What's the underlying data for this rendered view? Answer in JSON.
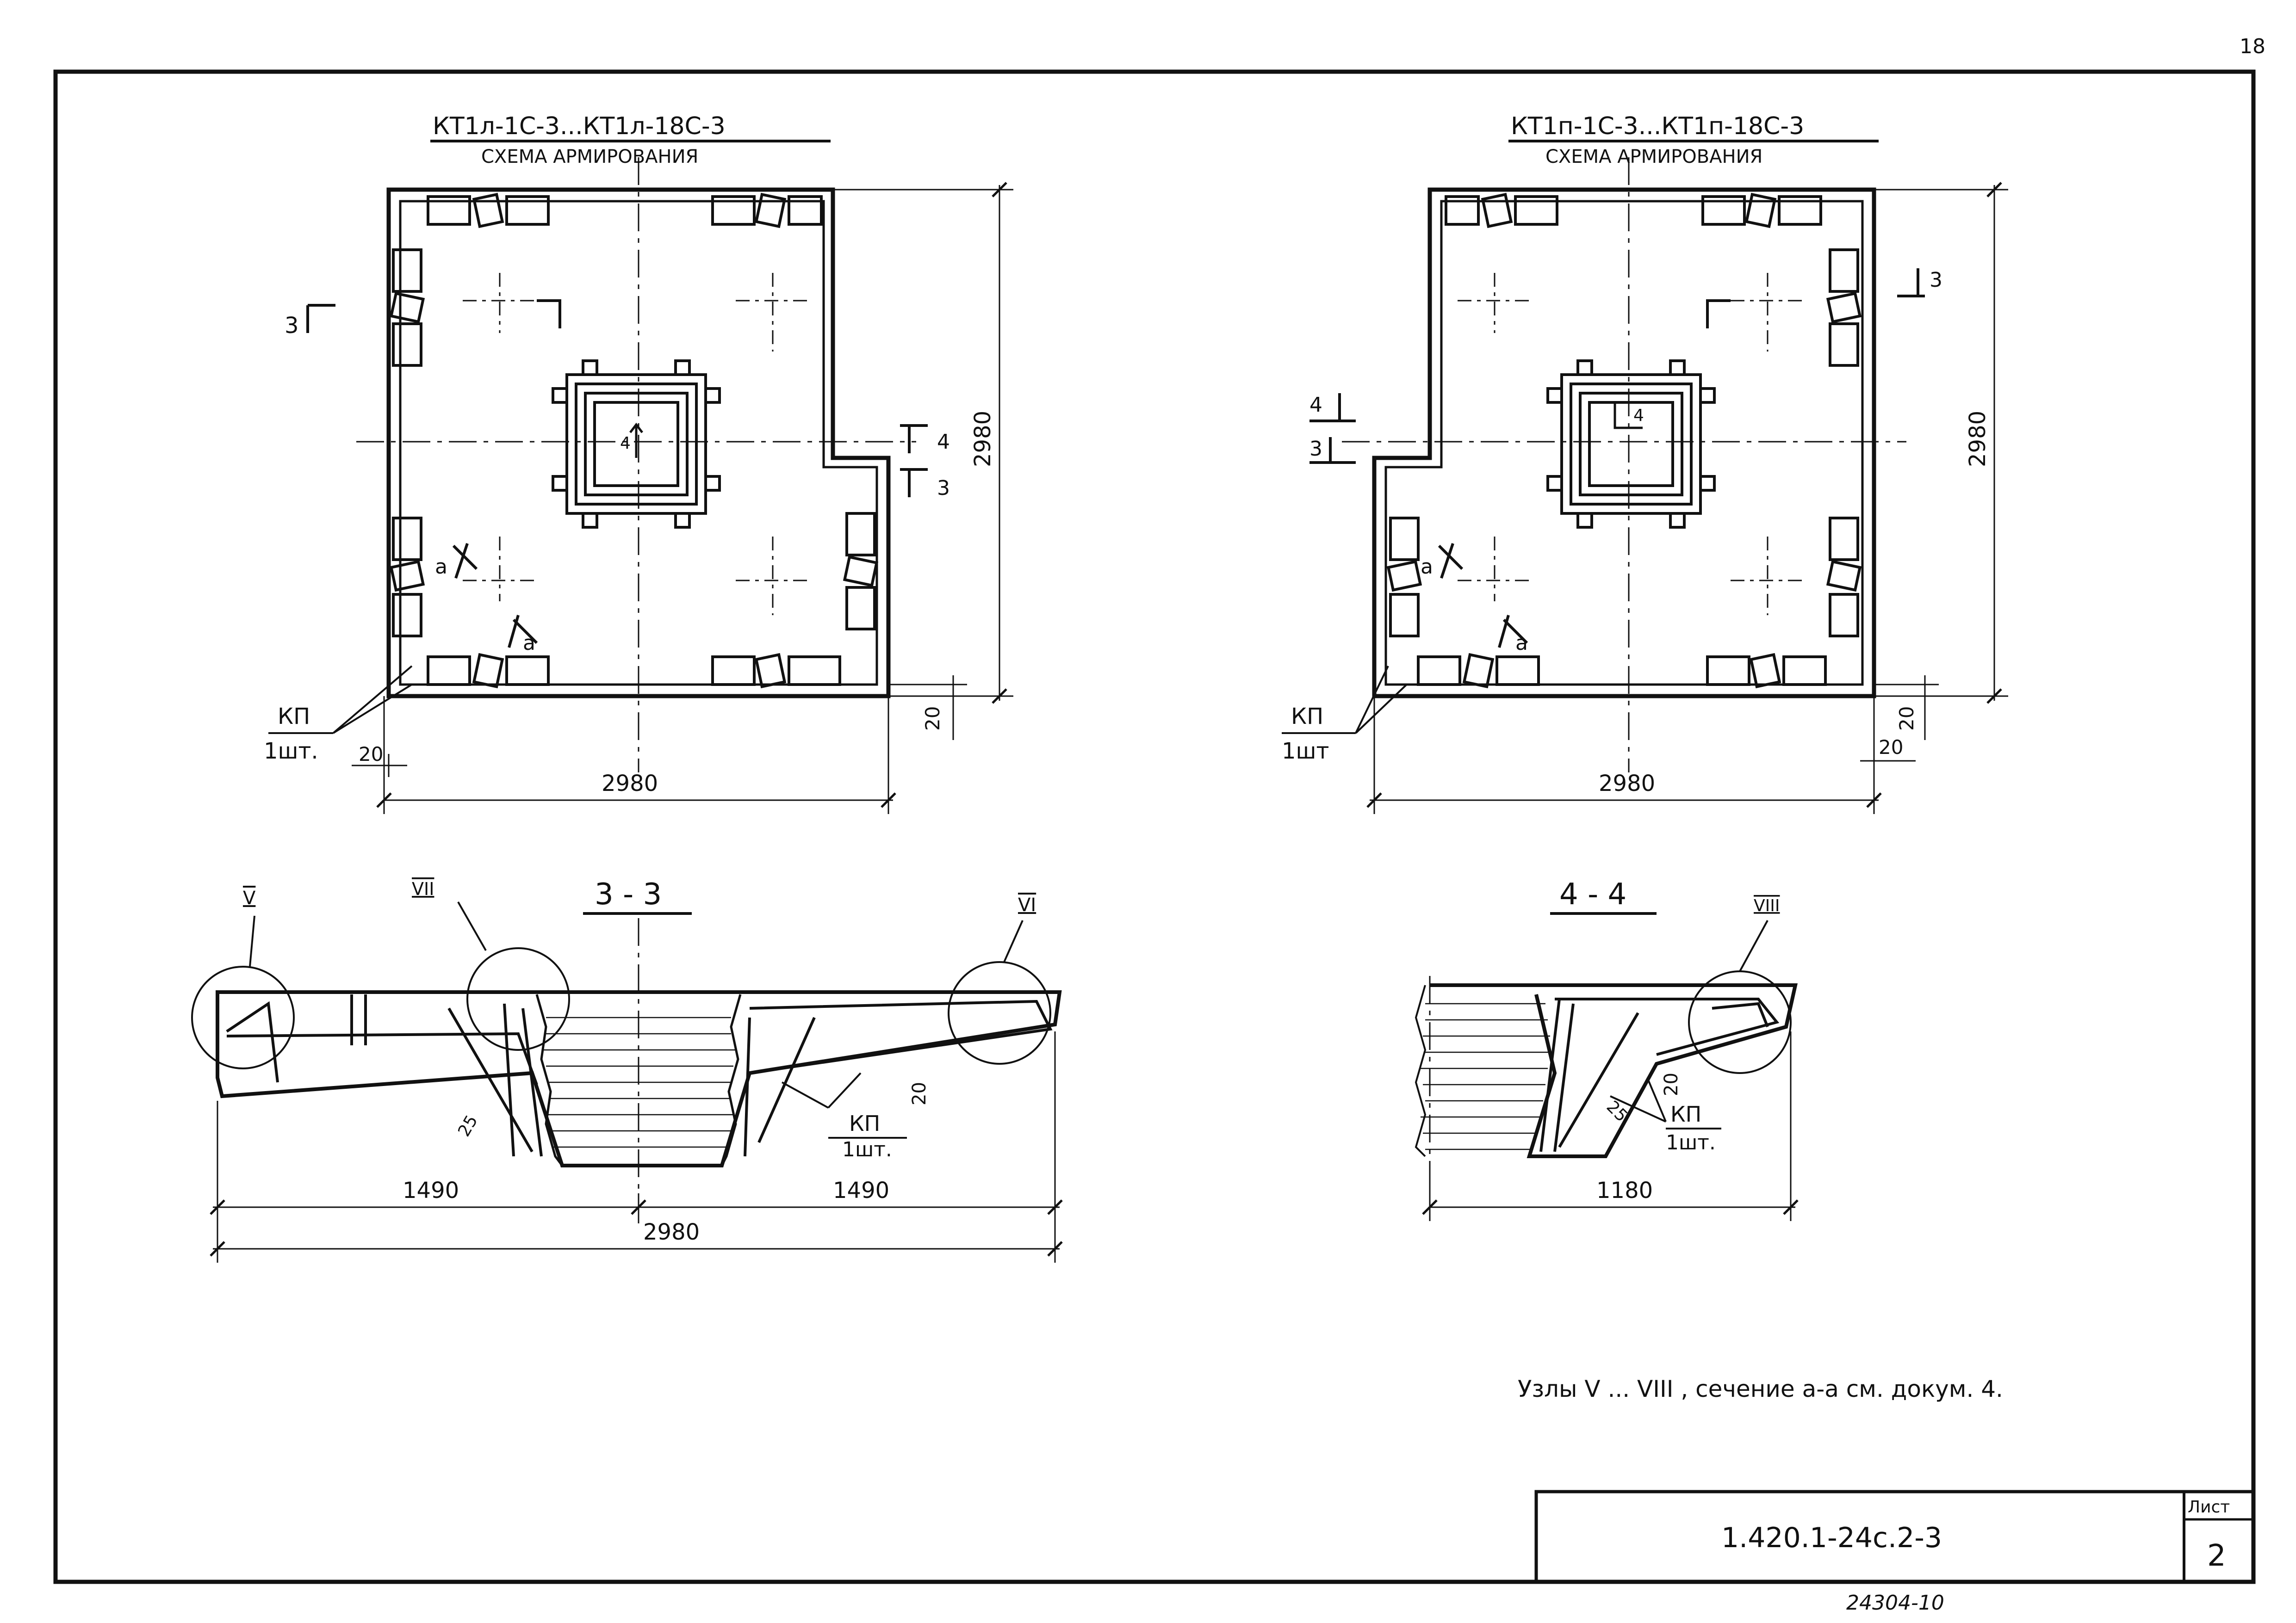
{
  "sheet": {
    "page_number": "18",
    "doc_code": "1.420.1-24с.2-3",
    "sheet_label": "Лист",
    "sheet_number": "2",
    "archive_number": "24304-10"
  },
  "left_plan": {
    "title": "КТ1л-1С-3...КТ1л-18С-3",
    "subtitle": "СХЕМА АРМИРОВАНИЯ",
    "dim_width": "2980",
    "dim_height": "2980",
    "dim_gap_bottom": "20",
    "dim_gap_left": "20",
    "kp_label": "КП",
    "kp_qty": "1шт.",
    "cut3": "3",
    "cut3b": "3",
    "cut4": "4",
    "cut4c": "4",
    "cut_a1": "а",
    "cut_a2": "а"
  },
  "right_plan": {
    "title": "КТ1п-1С-3...КТ1п-18С-3",
    "subtitle": "СХЕМА АРМИРОВАНИЯ",
    "dim_width": "2980",
    "dim_height": "2980",
    "dim_gap_bottom": "20",
    "dim_gap_right": "20",
    "kp_label": "КП",
    "kp_qty": "1шт",
    "cut3": "3",
    "cut3b": "3",
    "cut4": "4",
    "cut4c": "4",
    "cut_a1": "а",
    "cut_a2": "а"
  },
  "section_3_3": {
    "title": "3 - 3",
    "node_v": "V",
    "node_vi": "VI",
    "node_vii": "VII",
    "dim_left": "1490",
    "dim_right": "1490",
    "dim_total": "2980",
    "dim_20": "20",
    "dim_25": "25",
    "kp_label": "КП",
    "kp_qty": "1шт."
  },
  "section_4_4": {
    "title": "4 - 4",
    "node_viii": "VIII",
    "dim_width": "1180",
    "dim_20": "20",
    "dim_25": "25",
    "kp_label": "КП",
    "kp_qty": "1шт."
  },
  "note": "Узлы V ... VIII , сечение а-а см. докум. 4."
}
